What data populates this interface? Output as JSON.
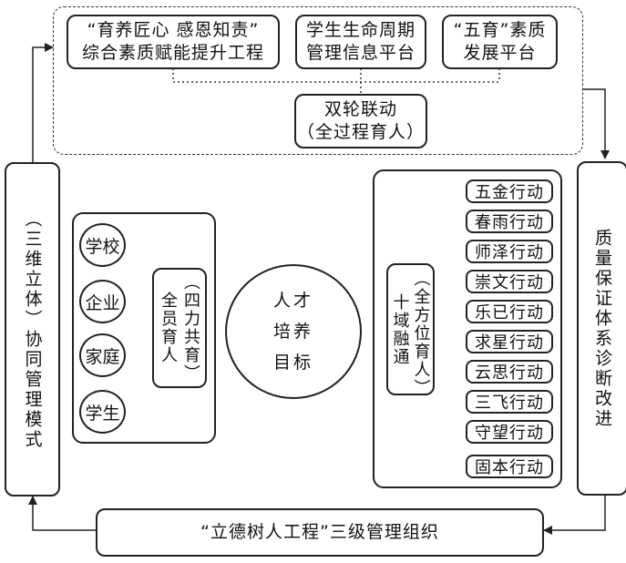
{
  "top": {
    "box1": "“育养匠心  感恩知责”\n综合素质赋能提升工程",
    "box2": "学生生命周期\n管理信息平台",
    "box3": "“五育”素质\n发展平台",
    "linkage": "双轮联动\n（全过程育人）"
  },
  "left_side": "（三维立体）协同管理模式",
  "right_side": "质量保证体系诊断改进",
  "bottom": "“立德树人工程”三级管理组织",
  "center": "人才\n培养\n目标",
  "left_group": {
    "items": [
      "学校",
      "企业",
      "家庭",
      "学生"
    ],
    "label": "（四力共育）全员育人"
  },
  "right_group": {
    "label": "（全方位育人）十域融通",
    "actions": [
      "五金行动",
      "春雨行动",
      "师泽行动",
      "崇文行动",
      "乐已行动",
      "求星行动",
      "云思行动",
      "三飞行动",
      "守望行动",
      "固本行动"
    ]
  }
}
